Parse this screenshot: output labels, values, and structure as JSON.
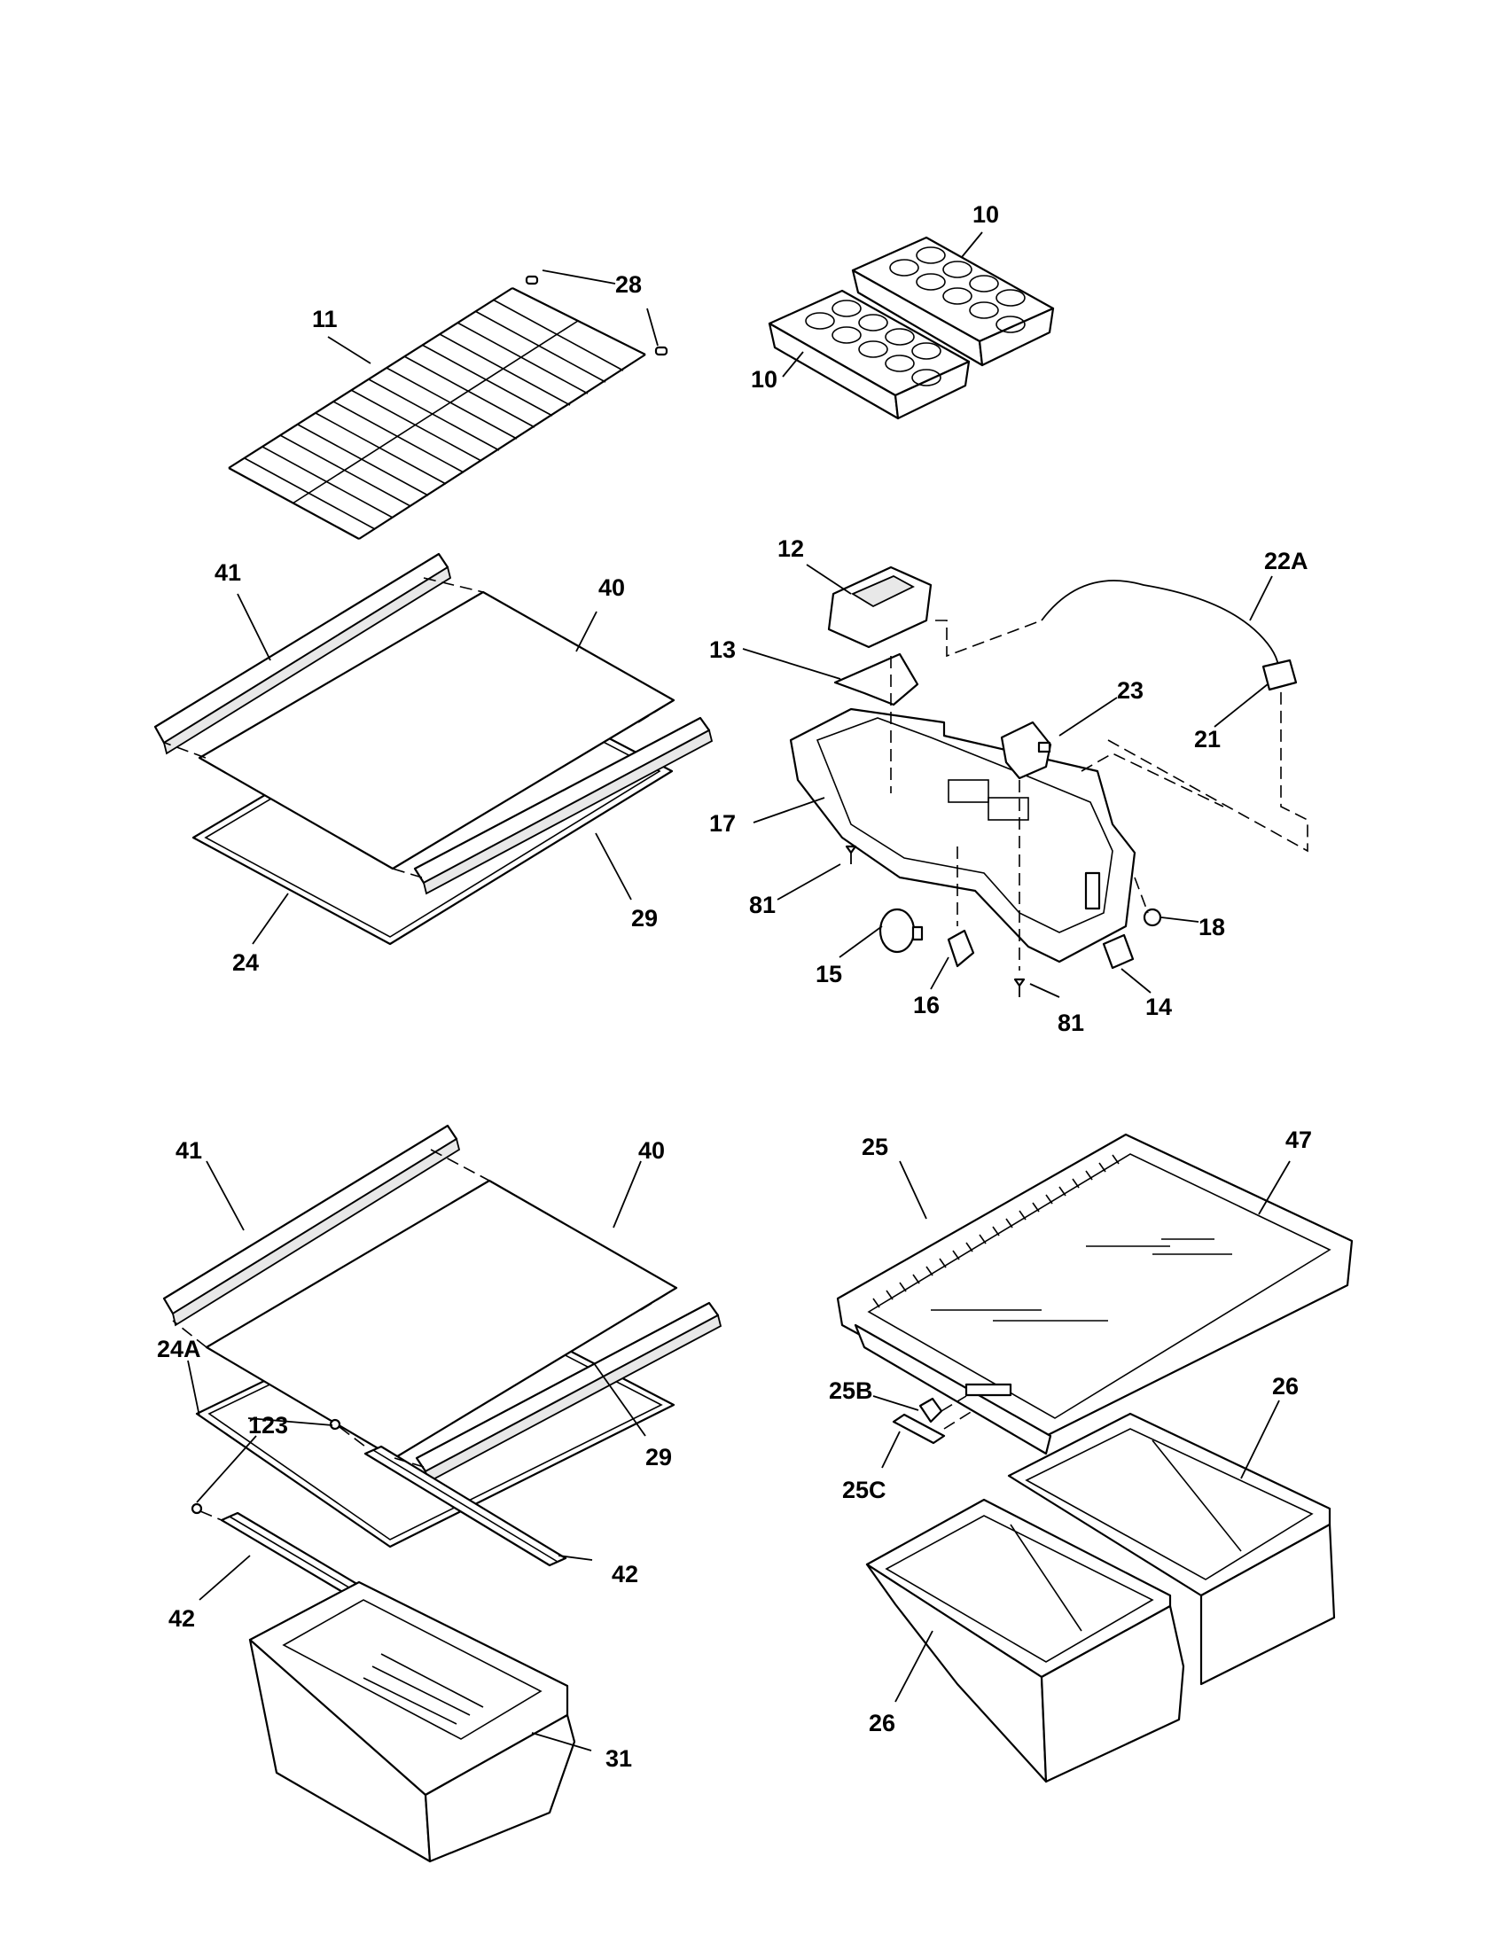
{
  "labels": {
    "p10a": "10",
    "p10b": "10",
    "p11": "11",
    "p28": "28",
    "p41a": "41",
    "p40a": "40",
    "p29a": "29",
    "p24": "24",
    "p12": "12",
    "p13": "13",
    "p22A": "22A",
    "p23": "23",
    "p21": "21",
    "p17": "17",
    "p81a": "81",
    "p15": "15",
    "p16": "16",
    "p81b": "81",
    "p14": "14",
    "p18": "18",
    "p41b": "41",
    "p40b": "40",
    "p24A": "24A",
    "p123": "123",
    "p29b": "29",
    "p42a": "42",
    "p42b": "42",
    "p31": "31",
    "p25": "25",
    "p47": "47",
    "p25B": "25B",
    "p25C": "25C",
    "p26a": "26",
    "p26b": "26"
  }
}
